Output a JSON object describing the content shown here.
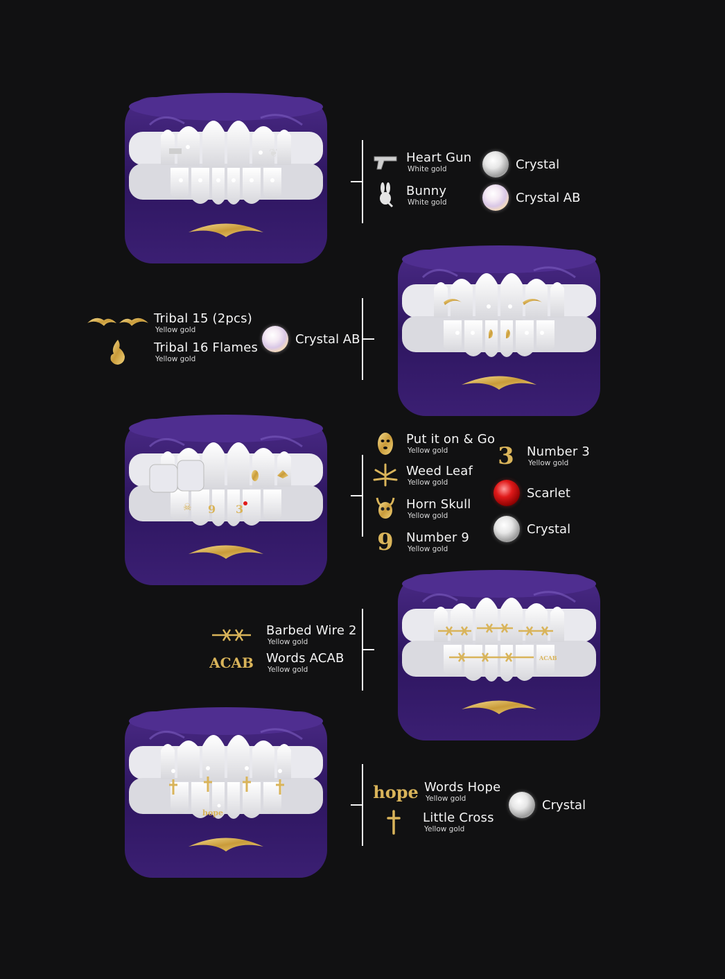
{
  "colors": {
    "background": "#111112",
    "tray": "#3a1d6e",
    "gold": "#d9b45a",
    "white_gold": "#d8d8d8"
  },
  "sections": [
    {
      "items": [
        {
          "name": "Heart Gun",
          "sub": "White gold",
          "icon": "gun-icon"
        },
        {
          "name": "Bunny",
          "sub": "White gold",
          "icon": "bunny-icon"
        }
      ],
      "gems": [
        {
          "name": "Crystal",
          "type": "crystal"
        },
        {
          "name": "Crystal AB",
          "type": "crystal-ab"
        }
      ]
    },
    {
      "items": [
        {
          "name": "Tribal 15 (2pcs)",
          "sub": "Yellow gold",
          "icon": "tribal-icon"
        },
        {
          "name": "Tribal 16 Flames",
          "sub": "Yellow gold",
          "icon": "flame-icon"
        }
      ],
      "gems": [
        {
          "name": "Crystal AB",
          "type": "crystal-ab"
        }
      ]
    },
    {
      "items": [
        {
          "name": "Put it on & Go",
          "sub": "Yellow gold",
          "icon": "mask-icon"
        },
        {
          "name": "Weed Leaf",
          "sub": "Yellow gold",
          "icon": "leaf-icon"
        },
        {
          "name": "Horn Skull",
          "sub": "Yellow gold",
          "icon": "skull-icon"
        },
        {
          "name": "Number 9",
          "sub": "Yellow gold",
          "icon": "nine-icon"
        },
        {
          "name": "Number 3",
          "sub": "Yellow gold",
          "icon": "three-icon"
        }
      ],
      "gems": [
        {
          "name": "Scarlet",
          "type": "scarlet"
        },
        {
          "name": "Crystal",
          "type": "crystal"
        }
      ]
    },
    {
      "items": [
        {
          "name": "Barbed Wire 2",
          "sub": "Yellow gold",
          "icon": "barbed-wire-icon"
        },
        {
          "name": "Words ACAB",
          "sub": "Yellow gold",
          "icon": "acab-icon"
        }
      ],
      "gems": []
    },
    {
      "items": [
        {
          "name": "Words Hope",
          "sub": "Yellow gold",
          "icon": "hope-icon"
        },
        {
          "name": "Little Cross",
          "sub": "Yellow gold",
          "icon": "cross-icon"
        }
      ],
      "gems": [
        {
          "name": "Crystal",
          "type": "crystal"
        }
      ]
    }
  ],
  "charm_text": {
    "acab": "ACAB",
    "hope": "hope",
    "nine": "9",
    "three": "3"
  }
}
